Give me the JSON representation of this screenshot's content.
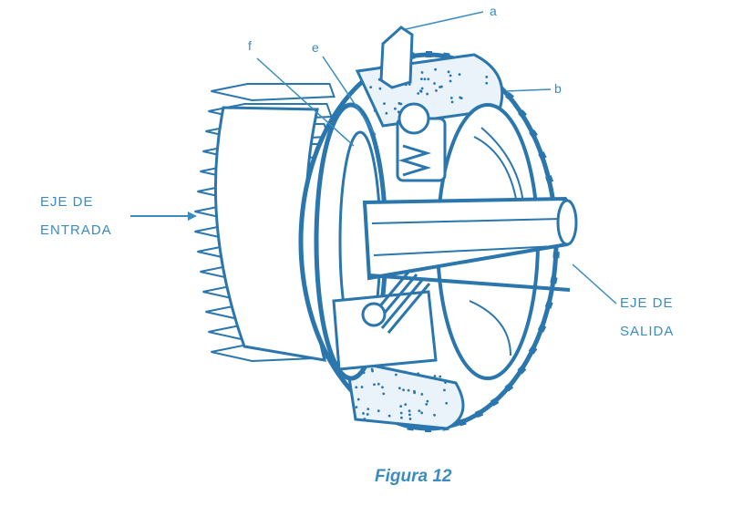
{
  "diagram": {
    "callouts": {
      "a": "a",
      "b": "b",
      "e": "e",
      "f": "f"
    },
    "input_shaft": {
      "line1": "EJE DE",
      "line2": "ENTRADA"
    },
    "output_shaft": {
      "line1": "EJE DE",
      "line2": "SALIDA"
    },
    "caption": "Figura 12"
  },
  "colors": {
    "ink": "#3a8cc0",
    "ink_dark": "#2a76ad",
    "background": "#ffffff"
  }
}
